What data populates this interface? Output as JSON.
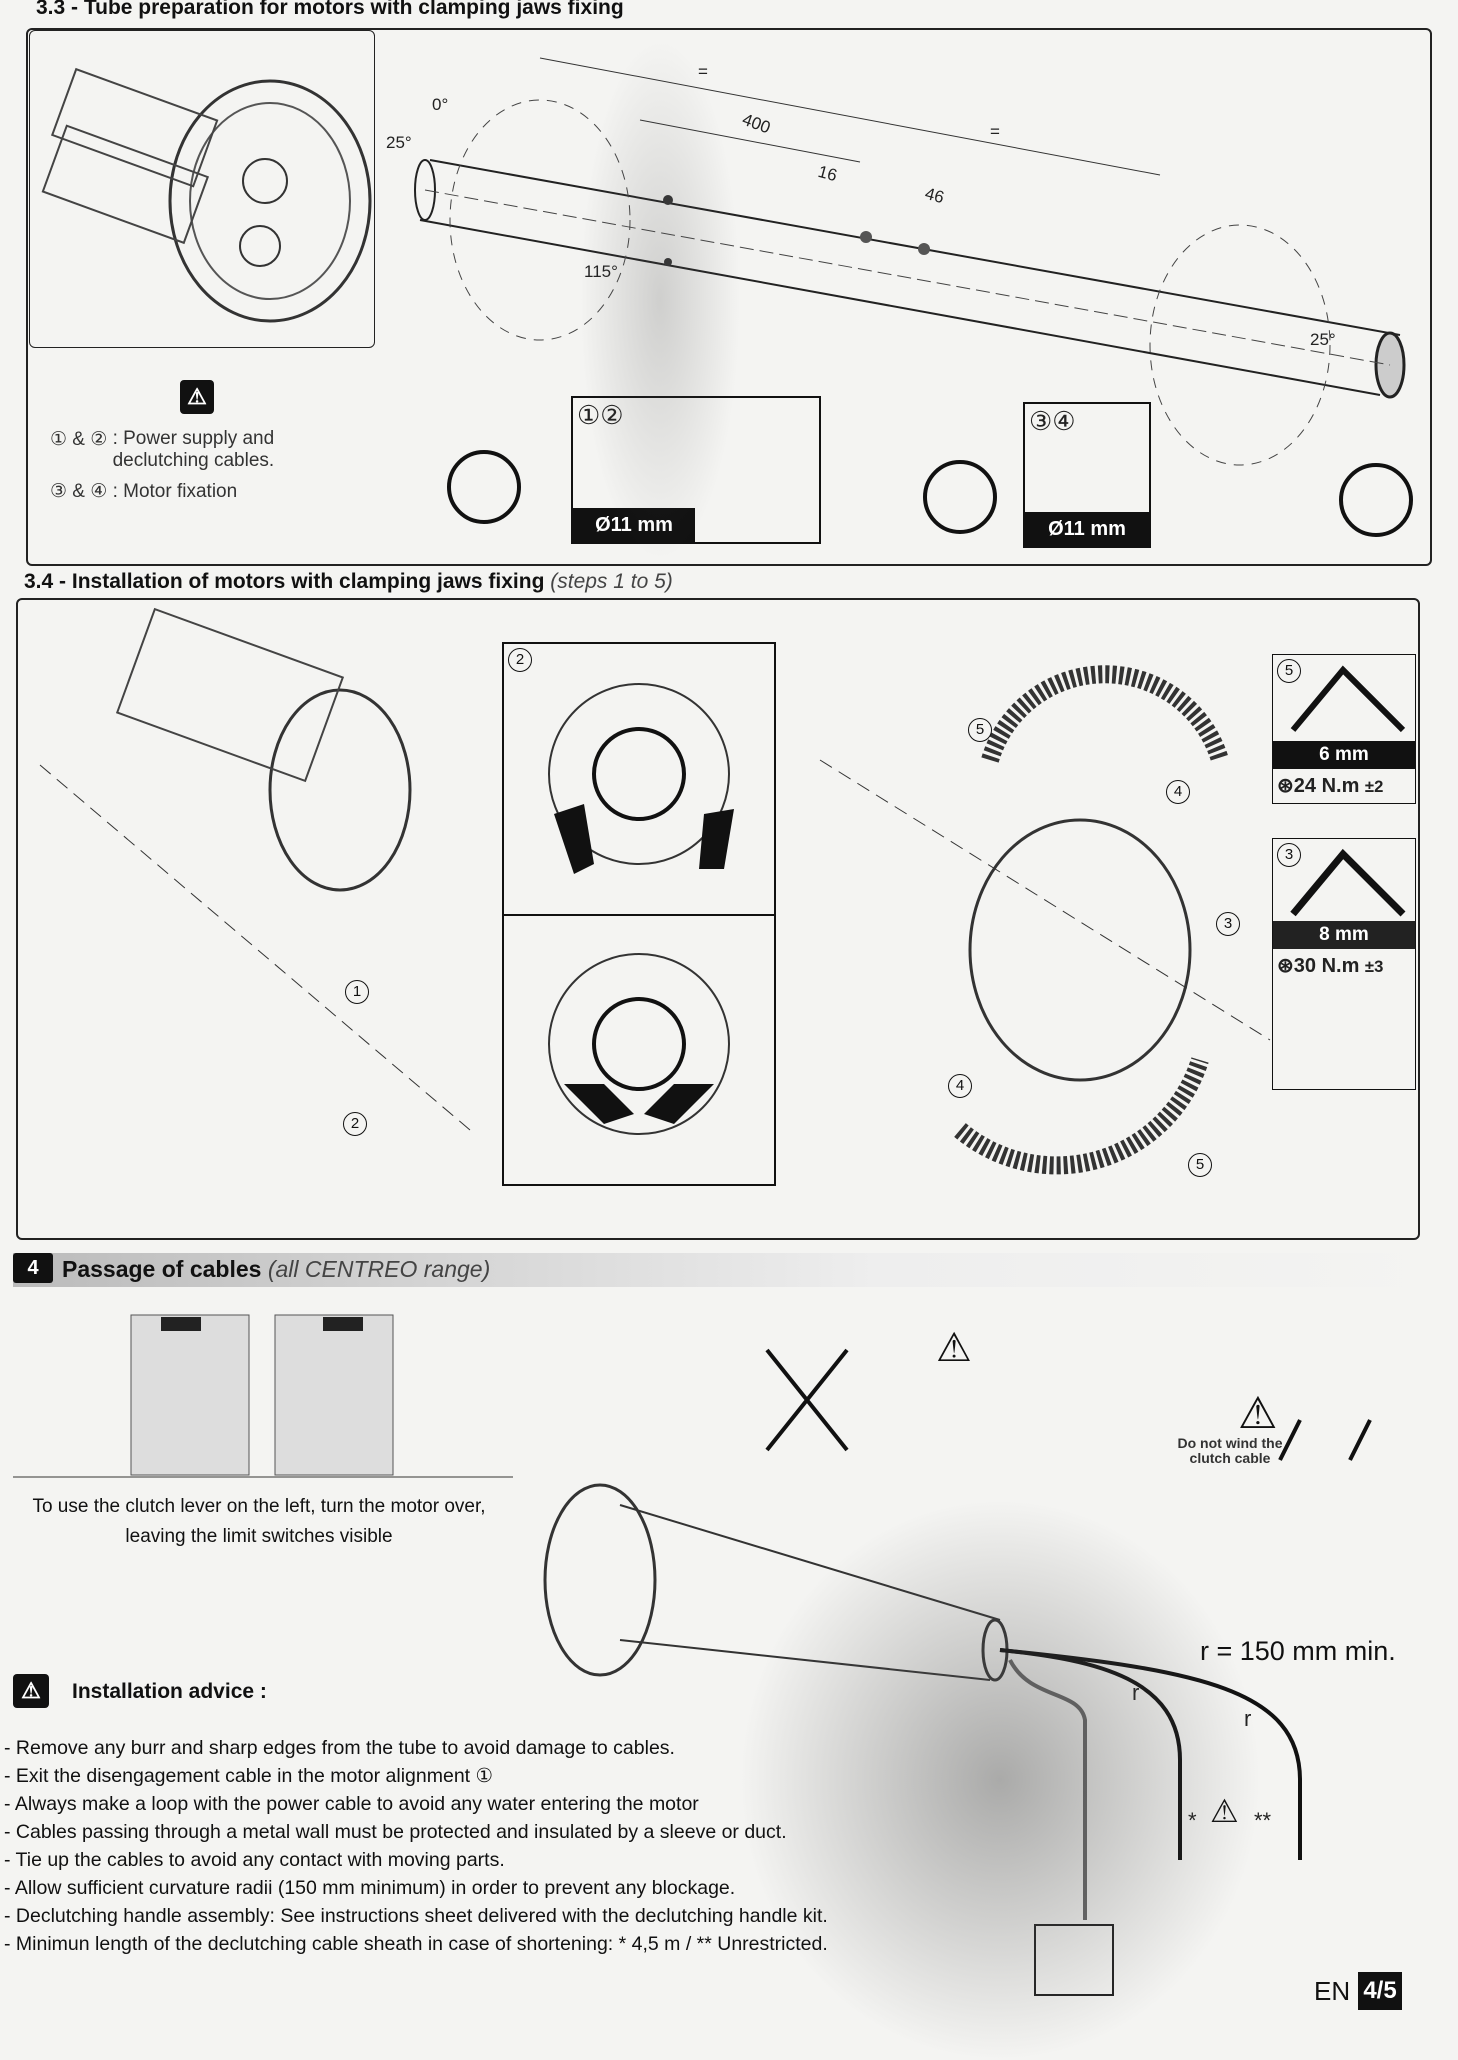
{
  "section_33": {
    "title": "3.3 - Tube preparation for motors with clamping jaws fixing",
    "dims": {
      "eq1": "=",
      "eq2": "=",
      "d400": "400",
      "d16": "16",
      "d46": "46"
    },
    "angles": {
      "a0": "0°",
      "a25": "25°",
      "a115": "115°"
    },
    "legend": [
      {
        "nums": "① & ②",
        "text": ": Power supply and declutching cables."
      },
      {
        "nums": "③ & ④",
        "text": ": Motor fixation"
      }
    ],
    "drill_1_2": {
      "nums": "①②",
      "size": "Ø11 mm"
    },
    "drill_3_4": {
      "nums": "③④",
      "size": "Ø11 mm"
    }
  },
  "section_34": {
    "title": "3.4 - Installation of motors with clamping jaws fixing",
    "subtitle": "(steps 1 to 5)",
    "steps": {
      "s1": "1",
      "s2": "2",
      "s3": "3",
      "s4": "4",
      "s5": "5"
    },
    "tool_5": {
      "size": "6 mm",
      "torque": "24 N.m",
      "tol": "±2"
    },
    "tool_3": {
      "size": "8 mm",
      "torque": "30 N.m",
      "tol": "±3"
    }
  },
  "section_4": {
    "number": "4",
    "title": "Passage of cables",
    "subtitle": "(all CENTREO range)",
    "clutch_note": "To use the clutch lever on the left, turn the motor over, leaving the limit switches visible",
    "wind_warning": "Do not wind the clutch cable",
    "radius": "r = 150 mm min.",
    "r": "r",
    "stars1": "*",
    "stars2": "**",
    "advice_title": "Installation advice :",
    "advice": [
      "- Remove any burr and sharp edges from the tube to avoid damage to cables.",
      "- Exit the disengagement cable in the motor alignment ①",
      "- Always make a loop with the power cable to avoid any water entering the motor",
      "- Cables passing through a metal wall must be protected and insulated by a sleeve or duct.",
      "- Tie up the cables to avoid any contact with moving parts.",
      "- Allow sufficient curvature radii (150 mm minimum) in order to prevent any blockage.",
      "- Declutching handle assembly: See instructions sheet delivered with the declutching handle kit.",
      "- Minimun length of the declutching cable sheath in case of shortening: * 4,5 m / ** Unrestricted."
    ]
  },
  "footer": {
    "lang": "EN",
    "page": "4/5"
  }
}
